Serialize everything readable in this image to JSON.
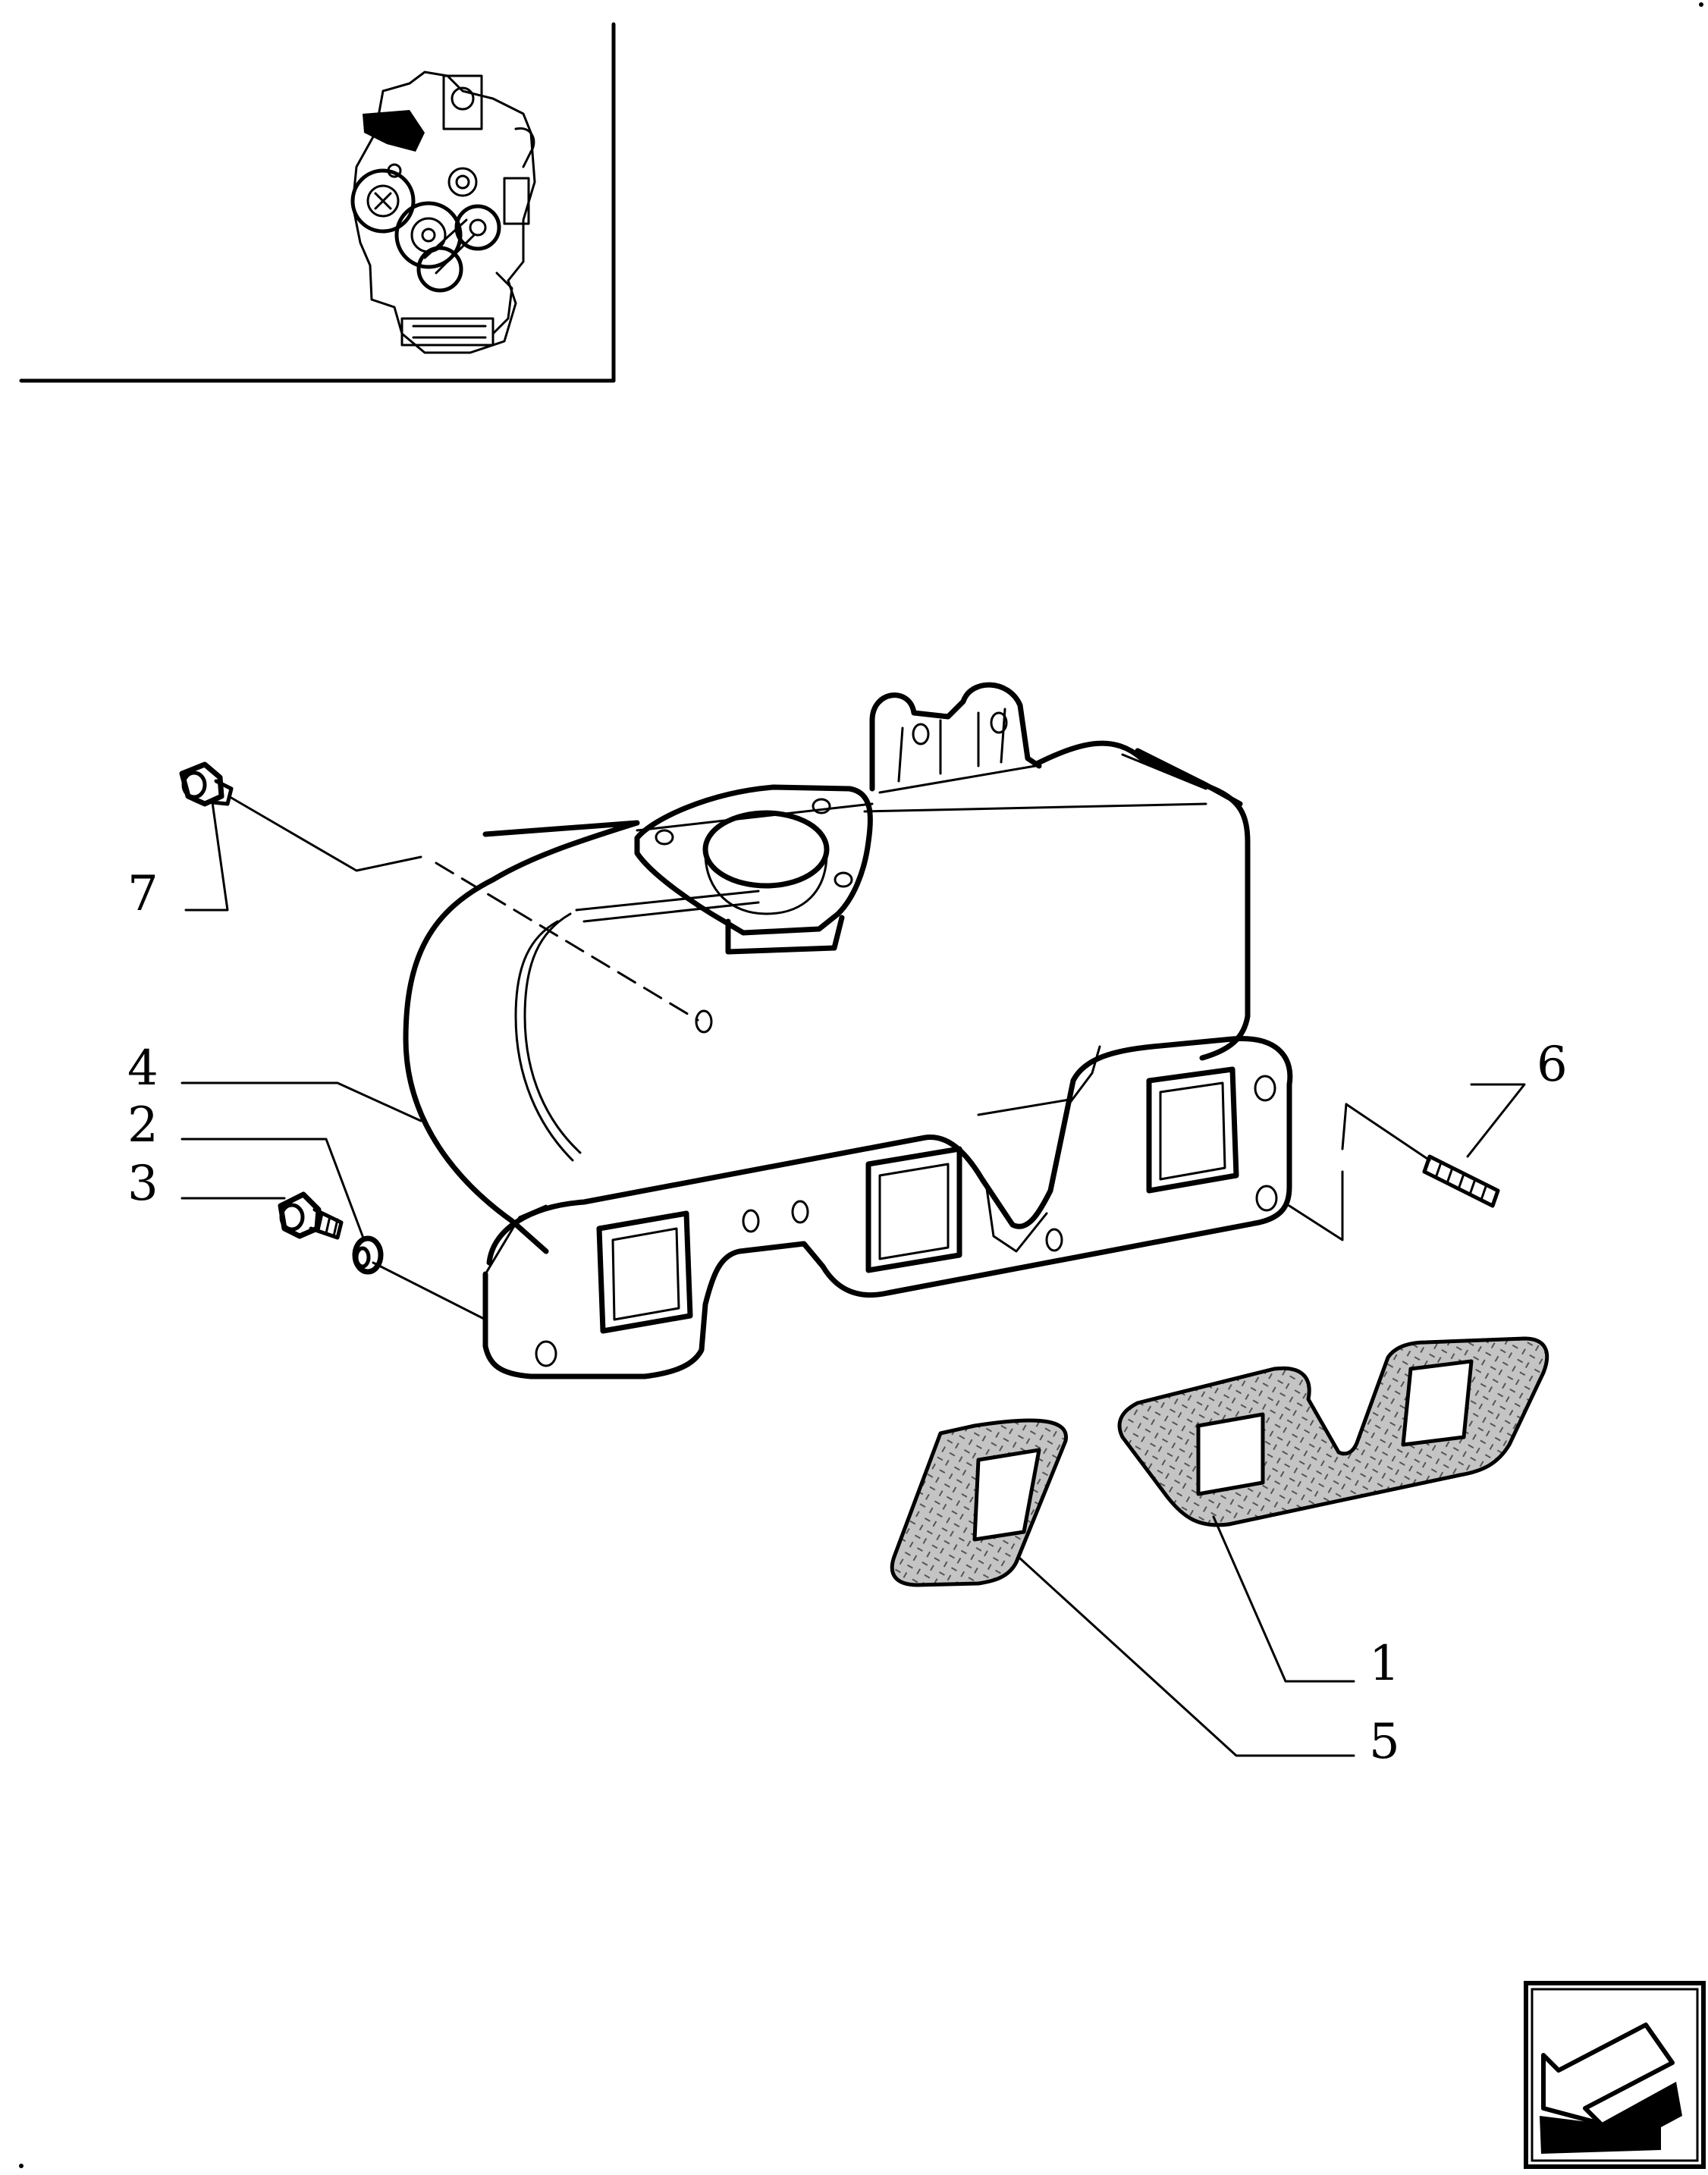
{
  "diagram": {
    "type": "exploded-parts-view",
    "callouts": [
      {
        "id": "7",
        "label": "7"
      },
      {
        "id": "4",
        "label": "4"
      },
      {
        "id": "2",
        "label": "2"
      },
      {
        "id": "3",
        "label": "3"
      },
      {
        "id": "6",
        "label": "6"
      },
      {
        "id": "1",
        "label": "1"
      },
      {
        "id": "5",
        "label": "5"
      }
    ]
  },
  "icons": {
    "thumbnail": "engine-locator-thumbnail",
    "navigation": "previous-page-arrow-icon"
  },
  "colors": {
    "line": "#000000",
    "background": "#ffffff",
    "gasket_fill": "#b8b8b8"
  }
}
